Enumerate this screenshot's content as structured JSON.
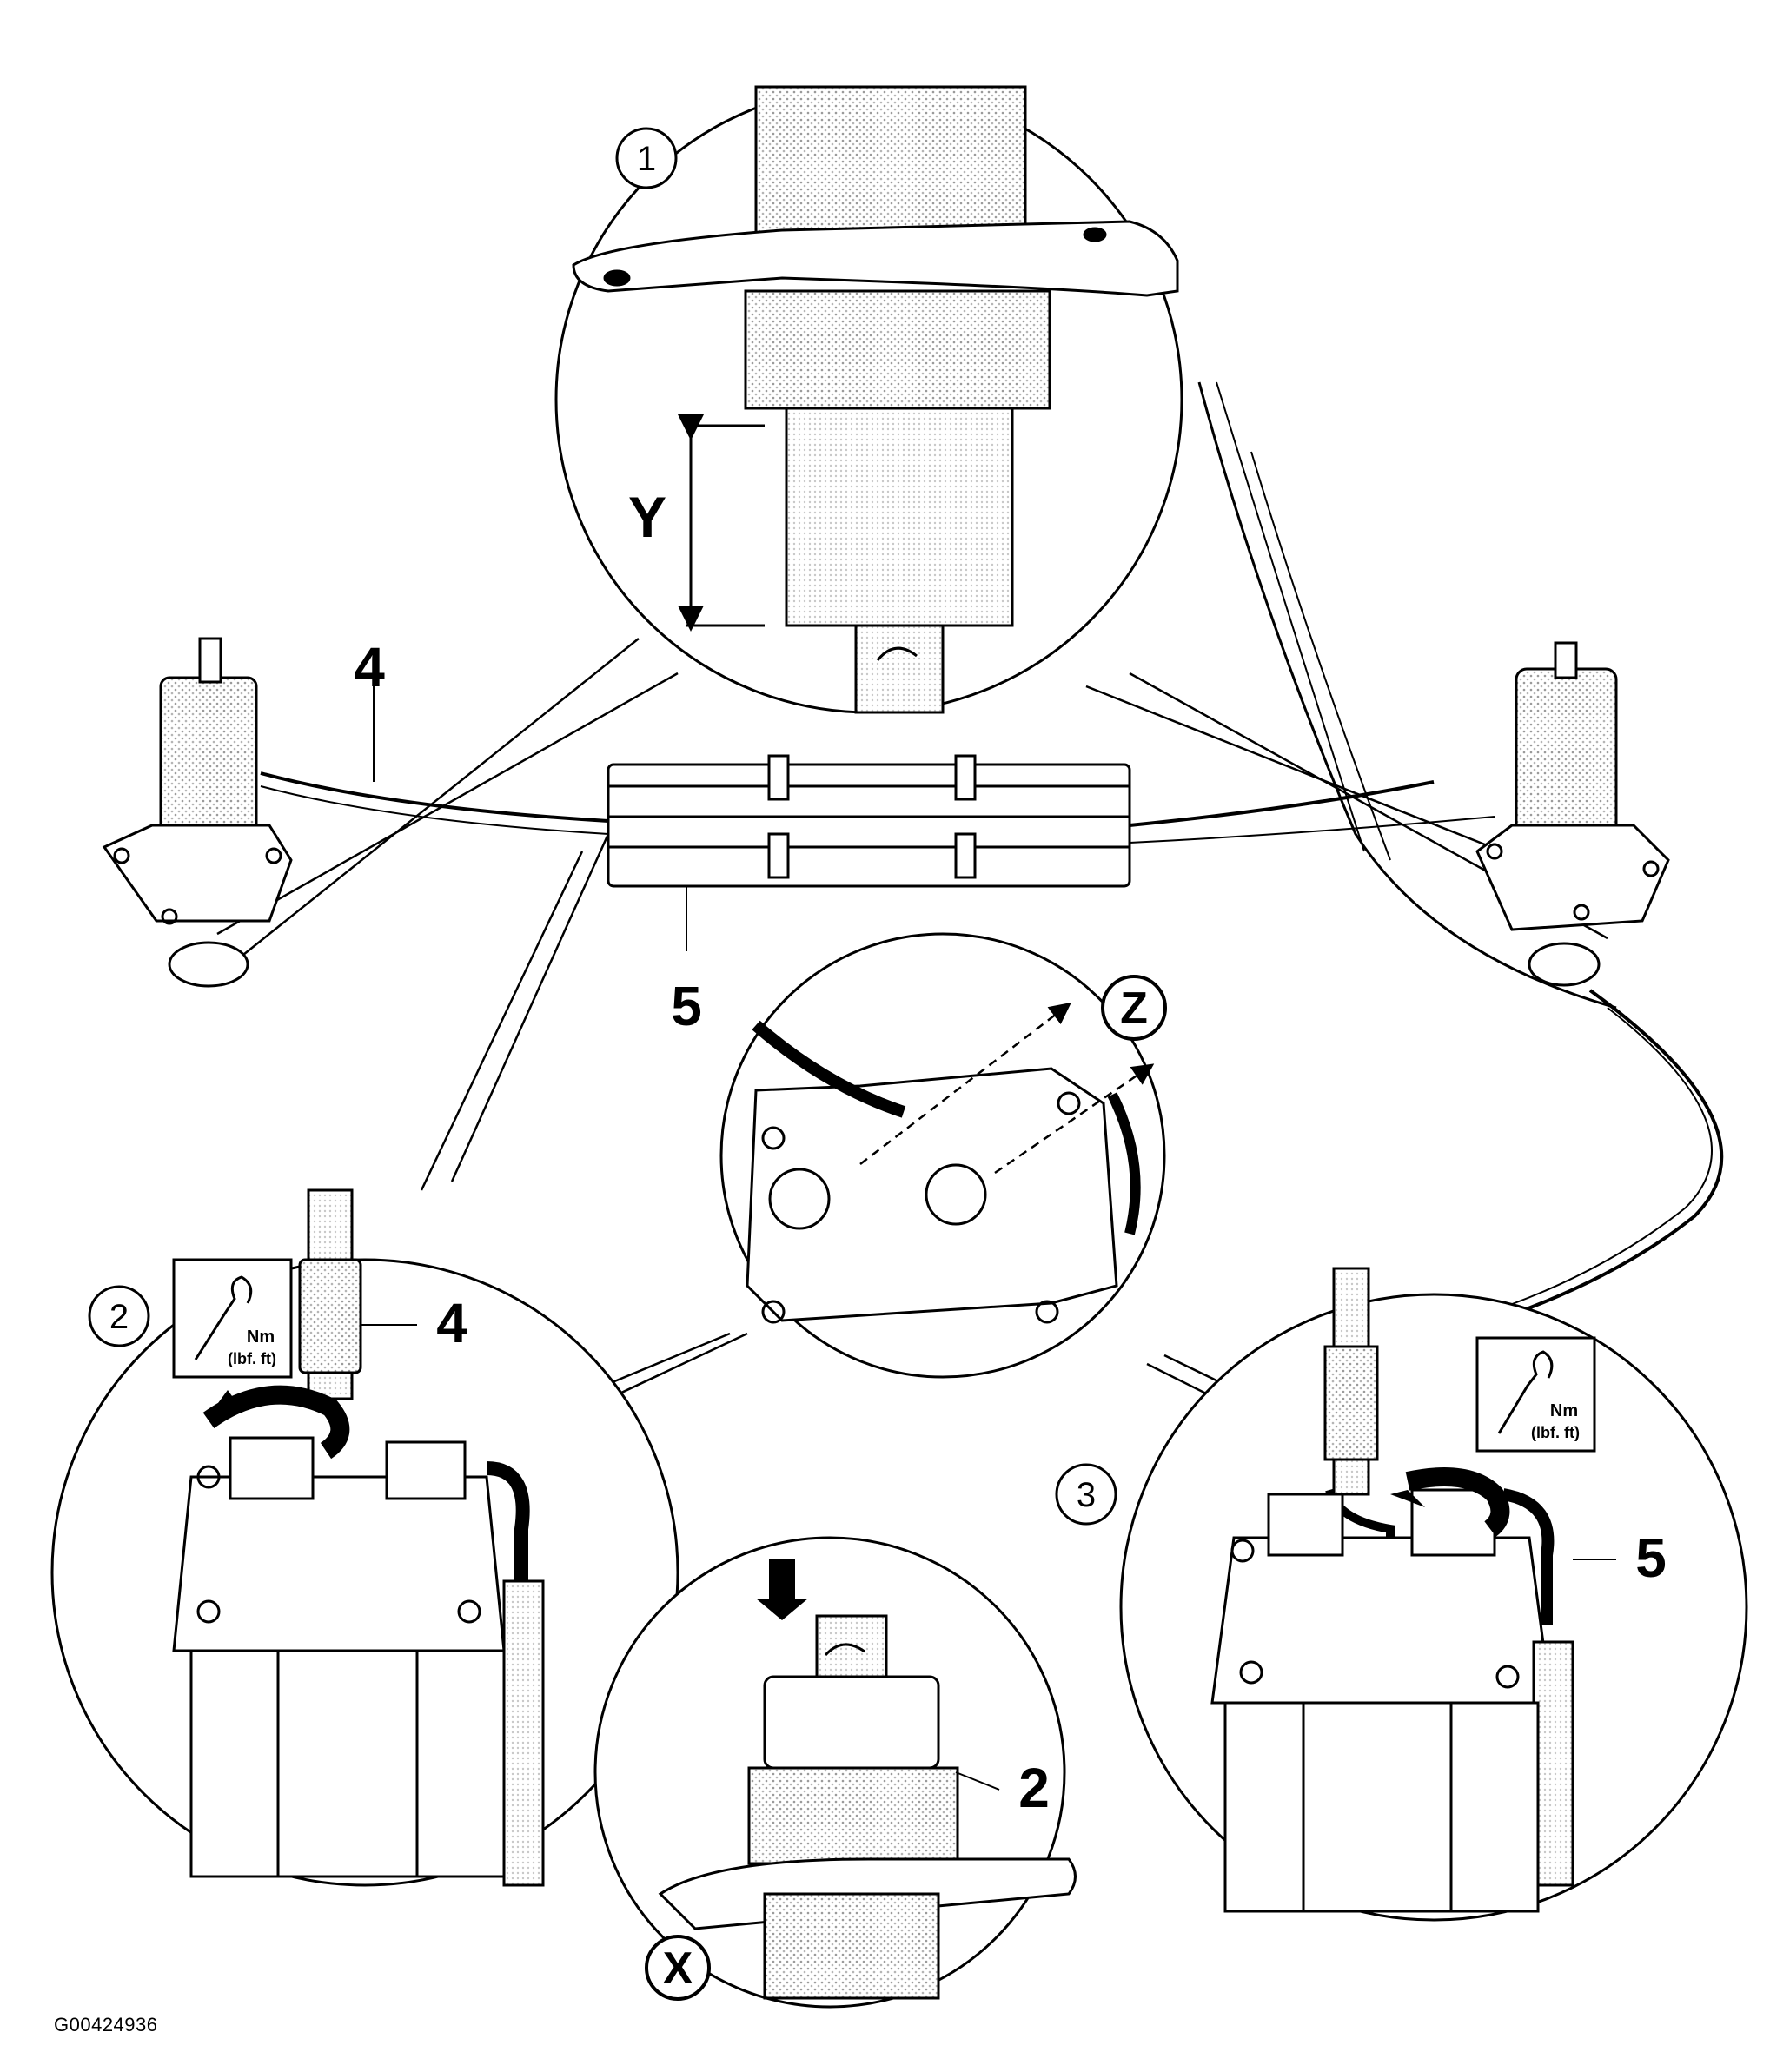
{
  "diagram": {
    "callouts": {
      "step_1": "1",
      "step_2": "2",
      "step_3": "3",
      "detail_x": "X",
      "detail_y": "Y",
      "detail_z": "Z"
    },
    "part_labels": {
      "line_4_top": "4",
      "line_5_top": "5",
      "line_4_detail": "4",
      "line_5_detail": "5",
      "part_2_detail": "2"
    },
    "torque_icon": {
      "unit_line1": "Nm",
      "unit_line2": "(lbf. ft)"
    },
    "figure_id": "G00424936"
  }
}
